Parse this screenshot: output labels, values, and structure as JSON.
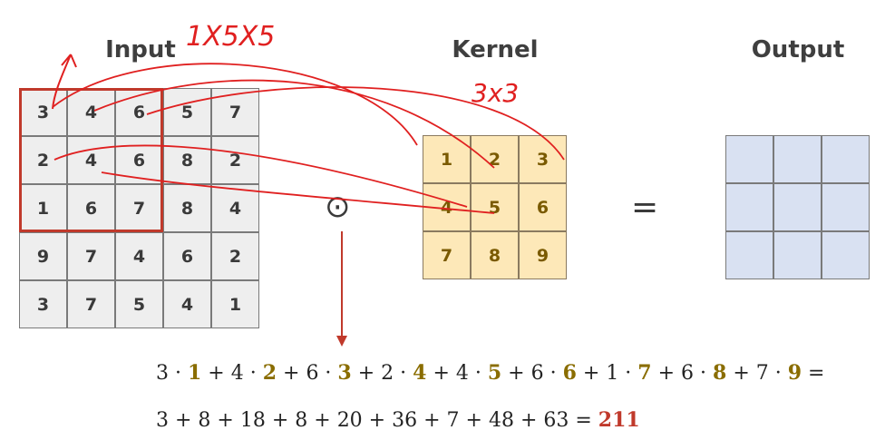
{
  "titles": {
    "input": "Input",
    "kernel": "Kernel",
    "output": "Output"
  },
  "annotations": {
    "input_shape": "1X5X5",
    "kernel_shape": "3x3"
  },
  "input": [
    [
      3,
      4,
      6,
      5,
      7
    ],
    [
      2,
      4,
      6,
      8,
      2
    ],
    [
      1,
      6,
      7,
      8,
      4
    ],
    [
      9,
      7,
      4,
      6,
      2
    ],
    [
      3,
      7,
      5,
      4,
      1
    ]
  ],
  "kernel": [
    [
      1,
      2,
      3
    ],
    [
      4,
      5,
      6
    ],
    [
      7,
      8,
      9
    ]
  ],
  "output_rows": 3,
  "output_cols": 3,
  "operators": {
    "hadamard": "⊙",
    "equals": "="
  },
  "equation": {
    "products": [
      {
        "a": "3",
        "b": "1"
      },
      {
        "a": "4",
        "b": "2"
      },
      {
        "a": "6",
        "b": "3"
      },
      {
        "a": "2",
        "b": "4"
      },
      {
        "a": "4",
        "b": "5"
      },
      {
        "a": "6",
        "b": "6"
      },
      {
        "a": "1",
        "b": "7"
      },
      {
        "a": "6",
        "b": "8"
      },
      {
        "a": "7",
        "b": "9"
      }
    ],
    "terms": [
      "3",
      "8",
      "18",
      "8",
      "20",
      "36",
      "7",
      "48",
      "63"
    ],
    "result": "211"
  },
  "colors": {
    "window": "#c0392b",
    "kernel_fill": "#fde8b8",
    "output_fill": "#d9e1f2",
    "input_fill": "#eeeeee",
    "ink": "#e02020"
  }
}
